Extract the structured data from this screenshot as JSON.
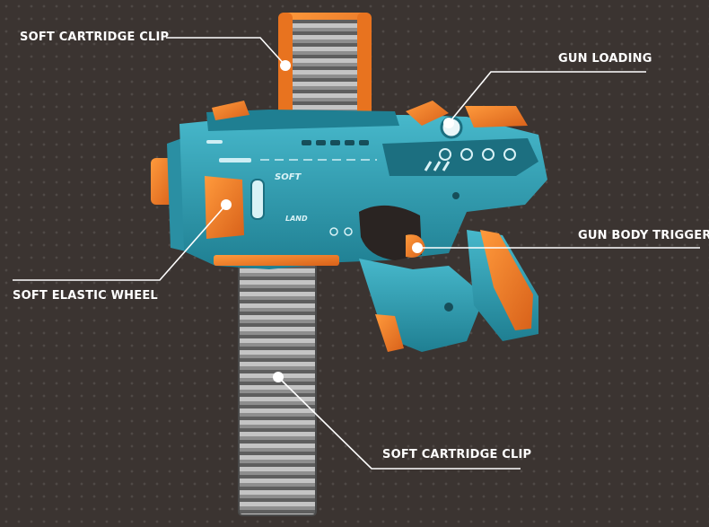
{
  "colors": {
    "background": "#3b3431",
    "body_teal": "#2f9fb3",
    "body_teal_dark": "#1d6f80",
    "accent_orange": "#f07f24",
    "clip_gray": "#8d8d8d",
    "callout": "#ffffff"
  },
  "labels": {
    "top_clip": "SOFT CARTRIDGE CLIP",
    "loading": "GUN LOADING",
    "trigger": "GUN BODY TRIGGER",
    "wheel": "SOFT ELASTIC WHEEL",
    "bottom_clip": "SOFT CARTRIDGE CLIP"
  },
  "decals": {
    "brand": "SOFT",
    "model": "LAND"
  }
}
